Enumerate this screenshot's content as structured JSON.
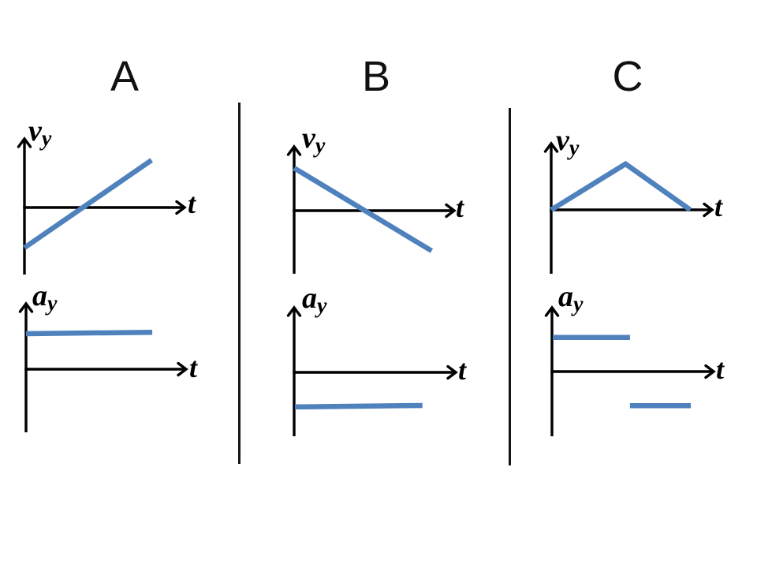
{
  "colors": {
    "accent_blue": "#4F81BD",
    "axis_black": "#000000",
    "divider_black": "#141414"
  },
  "columns": [
    {
      "label": "A"
    },
    {
      "label": "B"
    },
    {
      "label": "C"
    }
  ],
  "chart_data": [
    {
      "panel": "A-velocity",
      "type": "line",
      "xlabel": "t",
      "ylabel": "vy",
      "ylabel_base": "v",
      "ylabel_sub": "y",
      "xlim": [
        0,
        1
      ],
      "ylim": [
        -1.5,
        1.5
      ],
      "grid": false,
      "series": [
        {
          "name": "vy(t)",
          "segments": [
            [
              [
                0,
                -0.85
              ],
              [
                0.79,
                1.0
              ]
            ]
          ]
        }
      ]
    },
    {
      "panel": "B-velocity",
      "type": "line",
      "xlabel": "t",
      "ylabel": "vy",
      "ylabel_base": "v",
      "ylabel_sub": "y",
      "xlim": [
        0,
        1
      ],
      "ylim": [
        -1.5,
        1.5
      ],
      "grid": false,
      "series": [
        {
          "name": "vy(t)",
          "segments": [
            [
              [
                0,
                0.9
              ],
              [
                0.855,
                -0.85
              ]
            ]
          ]
        }
      ]
    },
    {
      "panel": "C-velocity",
      "type": "line",
      "xlabel": "t",
      "ylabel": "vy",
      "ylabel_base": "v",
      "ylabel_sub": "y",
      "xlim": [
        0,
        1
      ],
      "ylim": [
        -1.5,
        1.5
      ],
      "grid": false,
      "series": [
        {
          "name": "vy(t)",
          "segments": [
            [
              [
                0,
                0
              ],
              [
                0.46,
                0.97
              ],
              [
                0.86,
                0
              ]
            ]
          ]
        }
      ]
    },
    {
      "panel": "A-acceleration",
      "type": "line",
      "xlabel": "t",
      "ylabel": "ay",
      "ylabel_base": "a",
      "ylabel_sub": "y",
      "xlim": [
        0,
        1
      ],
      "ylim": [
        -1.5,
        1.5
      ],
      "grid": false,
      "series": [
        {
          "name": "ay(t)",
          "segments": [
            [
              [
                0,
                0.75
              ],
              [
                0.785,
                0.78
              ]
            ]
          ]
        }
      ]
    },
    {
      "panel": "B-acceleration",
      "type": "line",
      "xlabel": "t",
      "ylabel": "ay",
      "ylabel_base": "a",
      "ylabel_sub": "y",
      "xlim": [
        0,
        1
      ],
      "ylim": [
        -1.5,
        1.5
      ],
      "grid": false,
      "series": [
        {
          "name": "ay(t)",
          "segments": [
            [
              [
                0.005,
                -0.73
              ],
              [
                0.79,
                -0.7
              ]
            ]
          ]
        }
      ]
    },
    {
      "panel": "C-acceleration",
      "type": "line",
      "xlabel": "t",
      "ylabel": "ay",
      "ylabel_base": "a",
      "ylabel_sub": "y",
      "xlim": [
        0,
        1
      ],
      "ylim": [
        -1.5,
        1.5
      ],
      "grid": false,
      "series": [
        {
          "name": "ay(t)",
          "segments": [
            [
              [
                0.005,
                0.72
              ],
              [
                0.48,
                0.72
              ]
            ],
            [
              [
                0.48,
                -0.72
              ],
              [
                0.855,
                -0.72
              ]
            ]
          ]
        }
      ]
    }
  ]
}
